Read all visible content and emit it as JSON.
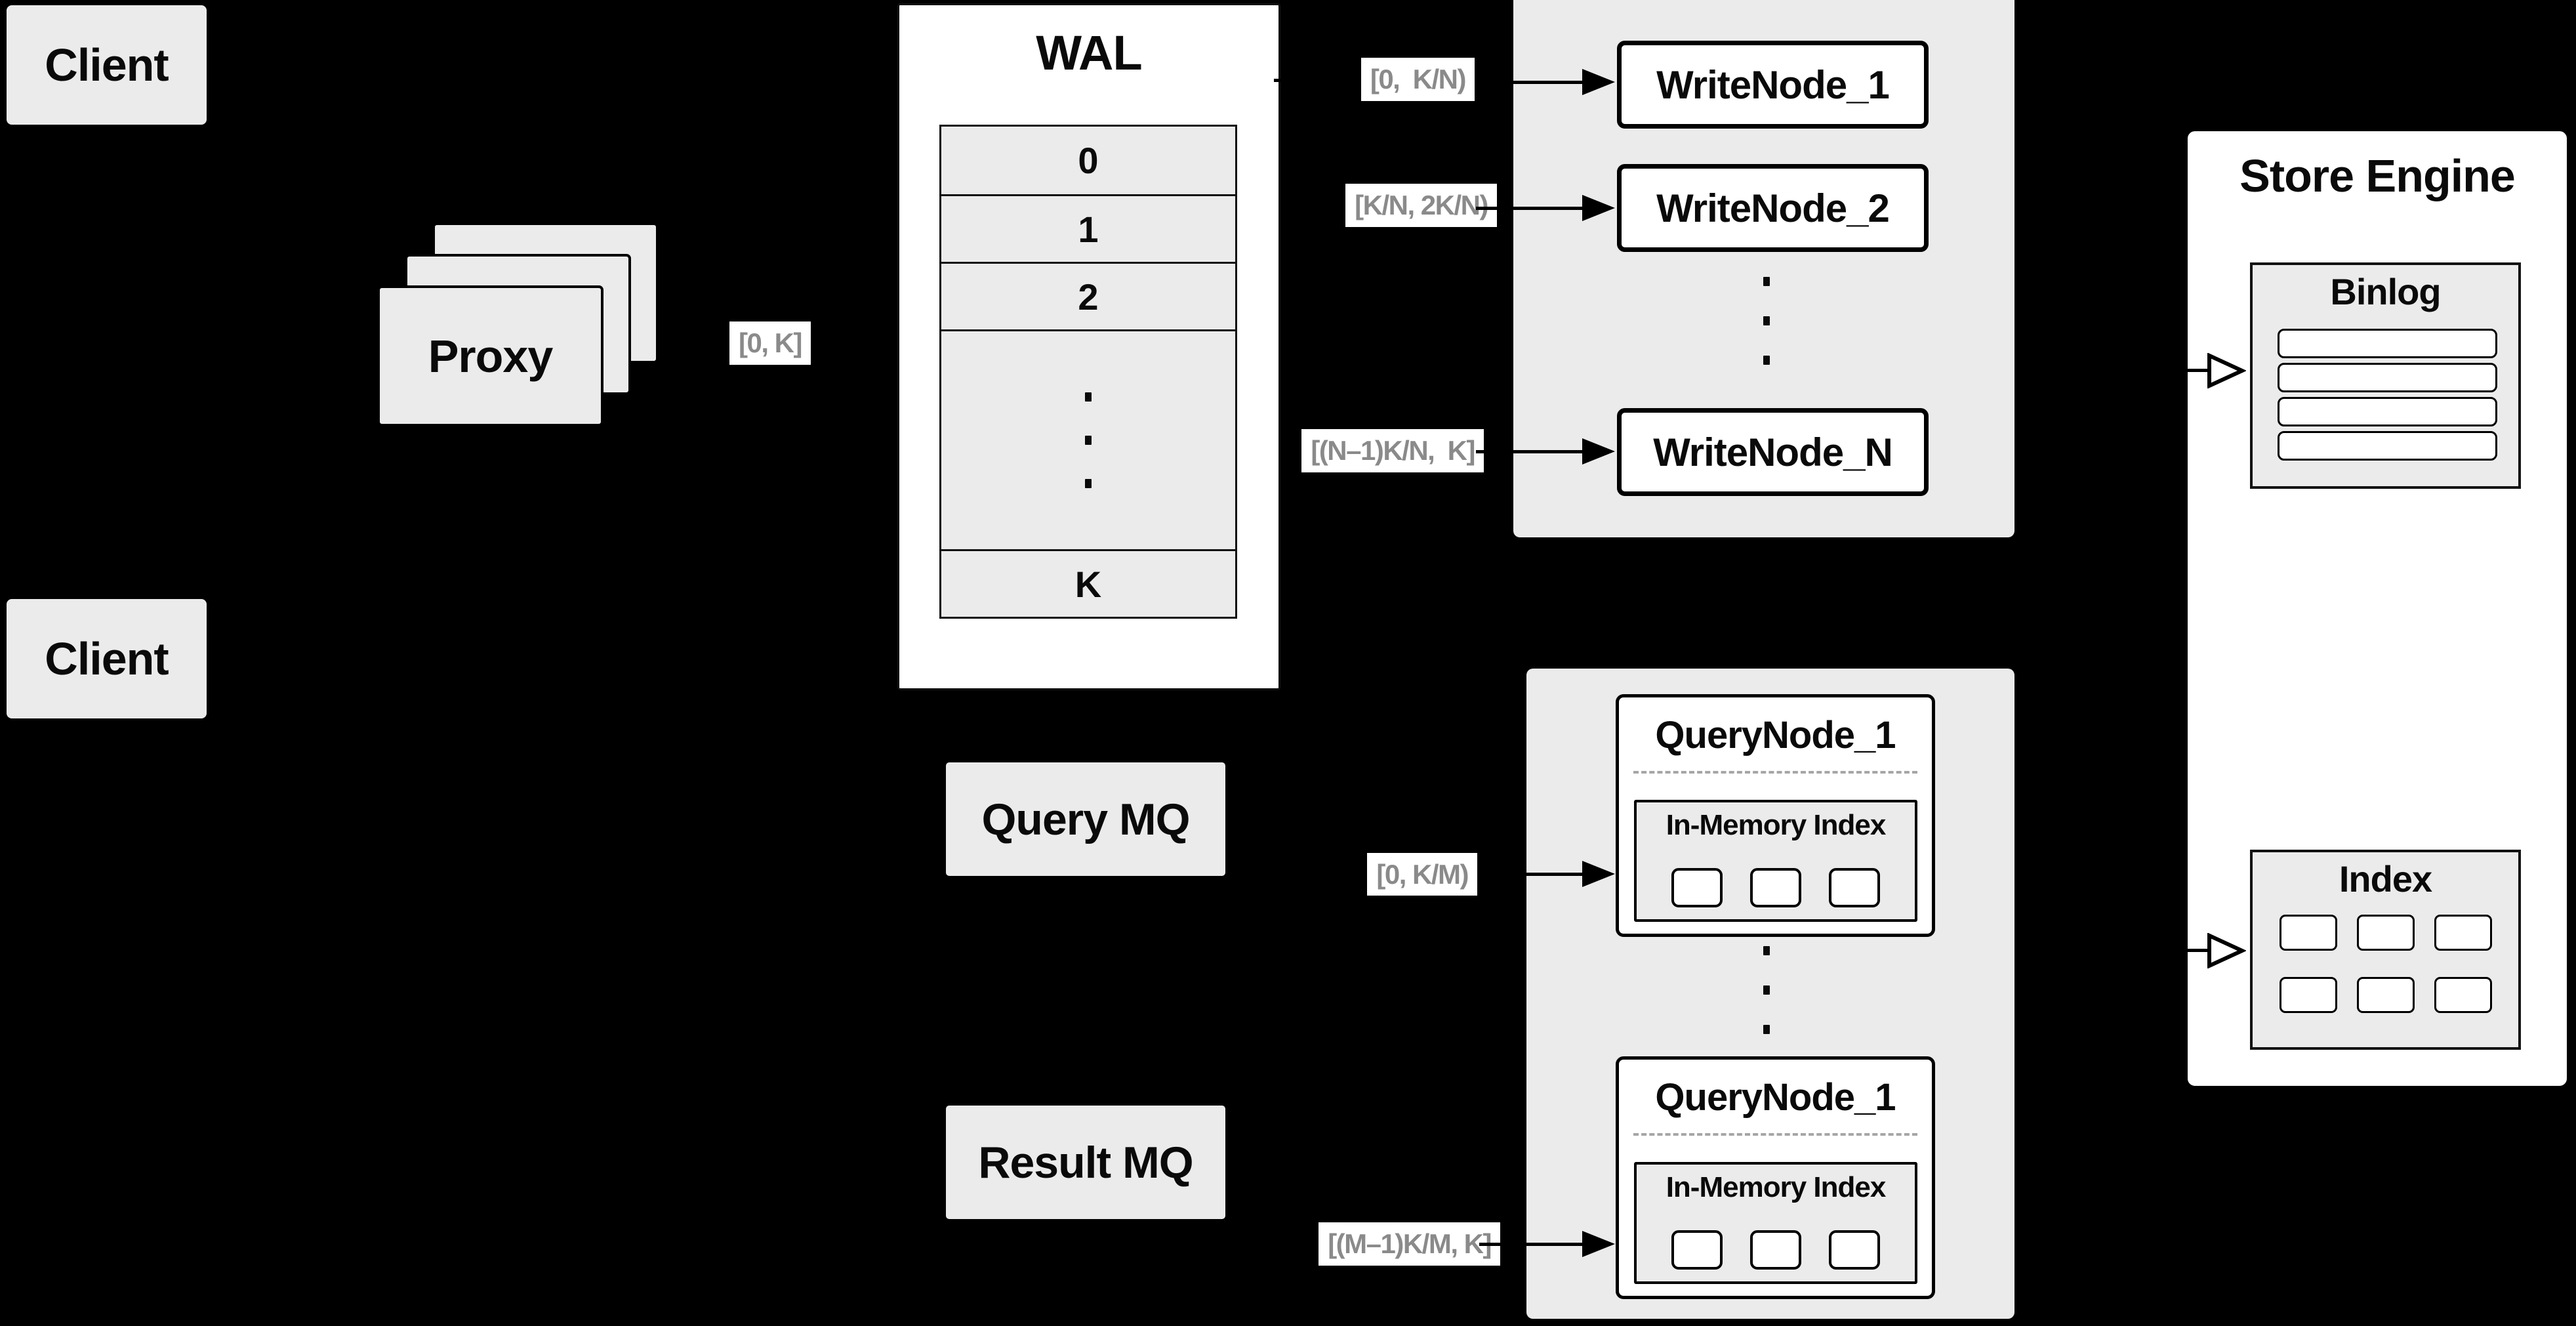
{
  "colors": {
    "background": "#000000",
    "panel_fill": "#ebebeb",
    "node_fill": "#ffffff",
    "border": "#000000",
    "range_label_text": "#8a8a8a",
    "dashed_divider": "#a6a6a6"
  },
  "clients": {
    "top": "Client",
    "bottom": "Client"
  },
  "proxy": {
    "label": "Proxy",
    "range_out": "[0, K]"
  },
  "wal": {
    "title": "WAL",
    "cells": [
      "0",
      "1",
      "2"
    ],
    "tail_cell": "K"
  },
  "write_cluster": {
    "nodes": [
      "WriteNode_1",
      "WriteNode_2",
      "WriteNode_N"
    ],
    "ranges": [
      "[0,  K/N)",
      "[K/N, 2K/N)",
      "[(N–1)K/N,  K]"
    ]
  },
  "query_cluster": {
    "nodes": [
      {
        "title": "QueryNode_1",
        "inner_title": "In-Memory Index"
      },
      {
        "title": "QueryNode_1",
        "inner_title": "In-Memory Index"
      }
    ],
    "ranges": [
      "[0, K/M)",
      "[(M–1)K/M, K]"
    ]
  },
  "mq": {
    "query": "Query MQ",
    "result": "Result MQ"
  },
  "store_engine": {
    "title": "Store Engine",
    "binlog_title": "Binlog",
    "index_title": "Index"
  }
}
